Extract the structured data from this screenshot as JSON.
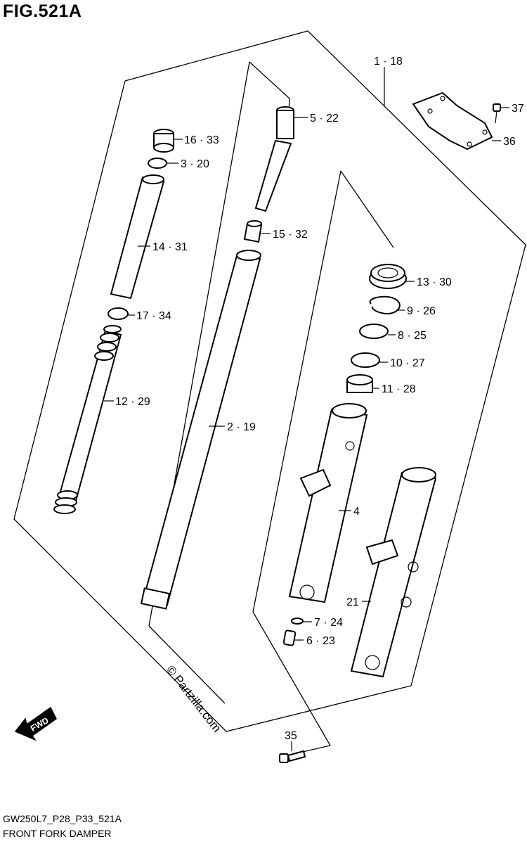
{
  "figure": {
    "title": "FIG.521A",
    "drawing_code": "GW250L7_P28_P33_521A",
    "caption": "FRONT FORK DAMPER"
  },
  "watermark": "© Partzilla.com",
  "fwd_label": "FWD",
  "callouts": {
    "c_1_18": "1 · 18",
    "c_5_22": "5 · 22",
    "c_37": "37",
    "c_36": "36",
    "c_16_33": "16 · 33",
    "c_3_20": "3 · 20",
    "c_15_32": "15 · 32",
    "c_14_31": "14 · 31",
    "c_13_30": "13 · 30",
    "c_17_34": "17 · 34",
    "c_9_26": "9 · 26",
    "c_8_25": "8 · 25",
    "c_10_27": "10 · 27",
    "c_11_28": "11 · 28",
    "c_12_29": "12 · 29",
    "c_2_19": "2 · 19",
    "c_4": "4",
    "c_21": "21",
    "c_7_24": "7 · 24",
    "c_6_23": "6 · 23",
    "c_35": "35"
  }
}
